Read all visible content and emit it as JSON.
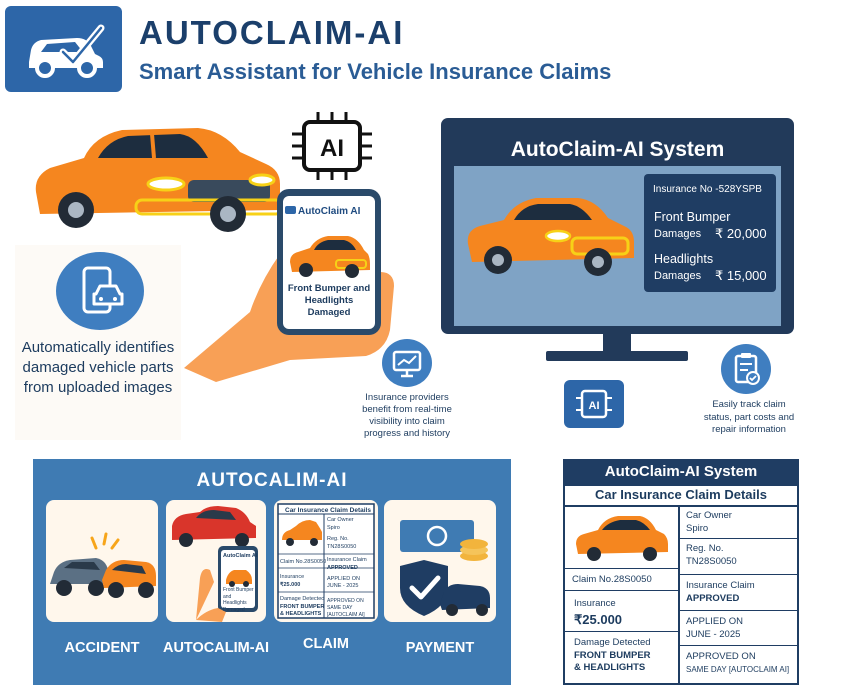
{
  "header": {
    "title": "AUTOCLAIM-AI",
    "subtitle": "Smart Assistant for Vehicle Insurance Claims"
  },
  "features": {
    "auto_identify": "Automatically identifies damaged vehicle parts from uploaded images",
    "provider_visibility": "Insurance providers benefit from real-time visibility into claim progress and history",
    "track_claim": "Easily track claim status, part costs and repair information"
  },
  "chip_label": "AI",
  "phone": {
    "brand": "AutoClaim AI",
    "caption": "Front Bumper and Headlights Damaged"
  },
  "monitor": {
    "title": "AutoClaim-AI System",
    "insurance_no": "Insurance No -528YSPB",
    "items": [
      {
        "part": "Front Bumper",
        "label": "Damages",
        "amount": "₹ 20,000"
      },
      {
        "part": "Headlights",
        "label": "Damages",
        "amount": "₹ 15,000"
      }
    ]
  },
  "workflow": {
    "title": "AUTOCALIM-AI",
    "steps": [
      "ACCIDENT",
      "AUTOCALIM-AI",
      "CLAIM",
      "PAYMENT"
    ],
    "mini_phone_brand": "AutoClaim AI",
    "mini_phone_caption": "Front Bumper and Headlights Damaged",
    "mini_claim": {
      "title": "Car Insurance Claim Details",
      "owner_label": "Car Owner",
      "owner": "Spiro",
      "reg_label": "Reg. No.",
      "reg": "TN28S0050",
      "claim_no": "Claim No.28S0050",
      "status_label": "Insurance Claim",
      "status": "APPROVED",
      "insurance_label": "Insurance",
      "insurance": "₹25.000",
      "applied": "APPLIED ON JUNE - 2025",
      "damage_label": "Damage Detected",
      "damage": "FRONT BUMPER & HEADLIGHTS",
      "approved": "APPROVED ON SAME DAY [AUTOCLAIM AI]"
    }
  },
  "details": {
    "header": "AutoClaim-AI System",
    "subheader": "Car Insurance Claim Details",
    "owner_label": "Car Owner",
    "owner": "Spiro",
    "reg_label": "Reg. No.",
    "reg": "TN28S0050",
    "claim_no": "Claim No.28S0050",
    "status_label": "Insurance Claim",
    "status": "APPROVED",
    "insurance_label": "Insurance",
    "insurance": "₹25.000",
    "applied_label": "APPLIED ON",
    "applied": "JUNE - 2025",
    "damage_label": "Damage Detected",
    "damage_line1": "FRONT BUMPER",
    "damage_line2": "& HEADLIGHTS",
    "approved_label": "APPROVED ON",
    "approved": "SAME DAY [AUTOCLAIM AI]"
  },
  "colors": {
    "brand_blue": "#2d66a8",
    "navy": "#1f3d63",
    "car_orange": "#f5861f",
    "highlight_yellow": "#f7d117",
    "panel_blue": "#3f7bb3"
  },
  "icons": [
    "car-check-logo-icon",
    "ai-chip-icon",
    "phone-car-icon",
    "monitor-chart-icon",
    "ai-chip-small-icon",
    "clipboard-check-icon",
    "money-icon",
    "shield-check-icon"
  ]
}
